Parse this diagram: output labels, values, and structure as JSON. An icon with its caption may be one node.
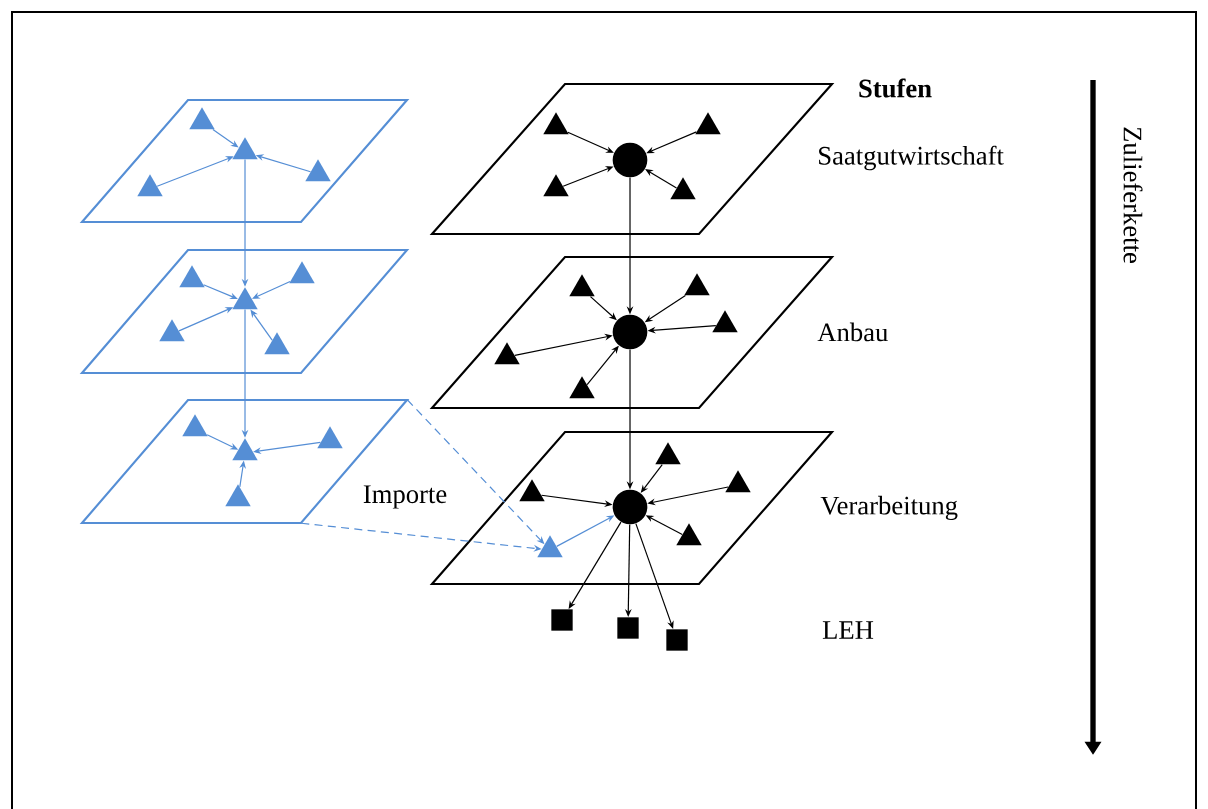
{
  "diagram": {
    "nodes": [
      {
        "text": [],
        "shape": "parallelogram"
      },
      {
        "text": [],
        "shape": "triangle",
        "in": 0
      },
      {
        "text": [],
        "shape": "triangle",
        "in": 0
      },
      {
        "text": [],
        "shape": "triangle",
        "in": 0
      },
      {
        "text": [],
        "shape": "triangle",
        "in": 0
      },
      {
        "text": [],
        "shape": "parallelogram"
      },
      {
        "text": [],
        "shape": "triangle",
        "in": 5
      },
      {
        "text": [],
        "shape": "triangle",
        "in": 5
      },
      {
        "text": [],
        "shape": "triangle",
        "in": 5
      },
      {
        "text": [],
        "shape": "triangle",
        "in": 5
      },
      {
        "text": [],
        "shape": "triangle",
        "in": 5
      },
      {
        "text": [],
        "shape": "parallelogram"
      },
      {
        "text": [],
        "shape": "triangle",
        "in": 11
      },
      {
        "text": [],
        "shape": "triangle",
        "in": 11
      },
      {
        "text": [],
        "shape": "triangle",
        "in": 11
      },
      {
        "text": [],
        "shape": "triangle",
        "in": 11
      },
      {
        "text": [],
        "shape": "parallelogram",
        "beside": [
          "Saatgutwirtschaft"
        ]
      },
      {
        "text": [],
        "shape": "circle",
        "in": 16
      },
      {
        "text": [],
        "shape": "triangle",
        "in": 16
      },
      {
        "text": [],
        "shape": "triangle",
        "in": 16
      },
      {
        "text": [],
        "shape": "triangle",
        "in": 16
      },
      {
        "text": [],
        "shape": "triangle",
        "in": 16
      },
      {
        "text": [],
        "shape": "parallelogram",
        "beside": [
          "Anbau"
        ]
      },
      {
        "text": [],
        "shape": "circle",
        "in": 22
      },
      {
        "text": [],
        "shape": "triangle",
        "in": 22
      },
      {
        "text": [],
        "shape": "triangle",
        "in": 22
      },
      {
        "text": [],
        "shape": "triangle",
        "in": 22
      },
      {
        "text": [],
        "shape": "triangle",
        "in": 22
      },
      {
        "text": [],
        "shape": "triangle",
        "in": 22
      },
      {
        "text": [],
        "shape": "parallelogram",
        "beside": [
          "Verarbeitung"
        ]
      },
      {
        "text": [],
        "shape": "circle",
        "in": 29
      },
      {
        "text": [],
        "shape": "triangle",
        "in": 29
      },
      {
        "text": [],
        "shape": "triangle",
        "in": 29
      },
      {
        "text": [],
        "shape": "triangle",
        "in": 29
      },
      {
        "text": [],
        "shape": "triangle",
        "in": 29
      },
      {
        "text": [],
        "shape": "triangle",
        "in": 29
      },
      {
        "text": [],
        "shape": "box"
      },
      {
        "text": [],
        "shape": "box"
      },
      {
        "text": [],
        "shape": "box"
      }
    ],
    "edges": [
      {
        "from": 2,
        "to": 1,
        "arrow": "to",
        "color": "#558ed5"
      },
      {
        "from": 3,
        "to": 1,
        "arrow": "to",
        "color": "#558ed5"
      },
      {
        "from": 4,
        "to": 1,
        "arrow": "to",
        "color": "#558ed5"
      },
      {
        "from": 1,
        "to": 6,
        "arrow": "to",
        "color": "#558ed5"
      },
      {
        "from": 7,
        "to": 6,
        "arrow": "to",
        "color": "#558ed5"
      },
      {
        "from": 8,
        "to": 6,
        "arrow": "to",
        "color": "#558ed5"
      },
      {
        "from": 9,
        "to": 6,
        "arrow": "to",
        "color": "#558ed5"
      },
      {
        "from": 10,
        "to": 6,
        "arrow": "to",
        "color": "#558ed5"
      },
      {
        "from": 6,
        "to": 12,
        "arrow": "to",
        "color": "#558ed5"
      },
      {
        "from": 13,
        "to": 12,
        "arrow": "to",
        "color": "#558ed5"
      },
      {
        "from": 14,
        "to": 12,
        "arrow": "to",
        "color": "#558ed5"
      },
      {
        "from": 15,
        "to": 12,
        "arrow": "to",
        "color": "#558ed5"
      },
      {
        "from": 11,
        "to": 35,
        "arrow": "to",
        "style": "dashed",
        "color": "#558ed5"
      },
      {
        "from": 11,
        "to": 35,
        "arrow": "to",
        "style": "dashed",
        "color": "#558ed5"
      },
      {
        "from": 18,
        "to": 17,
        "arrow": "to"
      },
      {
        "from": 19,
        "to": 17,
        "arrow": "to"
      },
      {
        "from": 20,
        "to": 17,
        "arrow": "to"
      },
      {
        "from": 21,
        "to": 17,
        "arrow": "to"
      },
      {
        "from": 17,
        "to": 23,
        "arrow": "to"
      },
      {
        "from": 24,
        "to": 23,
        "arrow": "to"
      },
      {
        "from": 25,
        "to": 23,
        "arrow": "to"
      },
      {
        "from": 26,
        "to": 23,
        "arrow": "to"
      },
      {
        "from": 27,
        "to": 23,
        "arrow": "to"
      },
      {
        "from": 28,
        "to": 23,
        "arrow": "to"
      },
      {
        "from": 23,
        "to": 30,
        "arrow": "to"
      },
      {
        "from": 31,
        "to": 30,
        "arrow": "to"
      },
      {
        "from": 32,
        "to": 30,
        "arrow": "to"
      },
      {
        "from": 33,
        "to": 30,
        "arrow": "to"
      },
      {
        "from": 34,
        "to": 30,
        "arrow": "to"
      },
      {
        "from": 35,
        "to": 30,
        "arrow": "to",
        "color": "#558ed5"
      },
      {
        "from": 30,
        "to": 36,
        "arrow": "to"
      },
      {
        "from": 30,
        "to": 37,
        "arrow": "to"
      },
      {
        "from": 30,
        "to": 38,
        "arrow": "to"
      }
    ],
    "labels": [
      "Stufen",
      "Zulieferkette",
      "Importe",
      "LEH"
    ]
  }
}
